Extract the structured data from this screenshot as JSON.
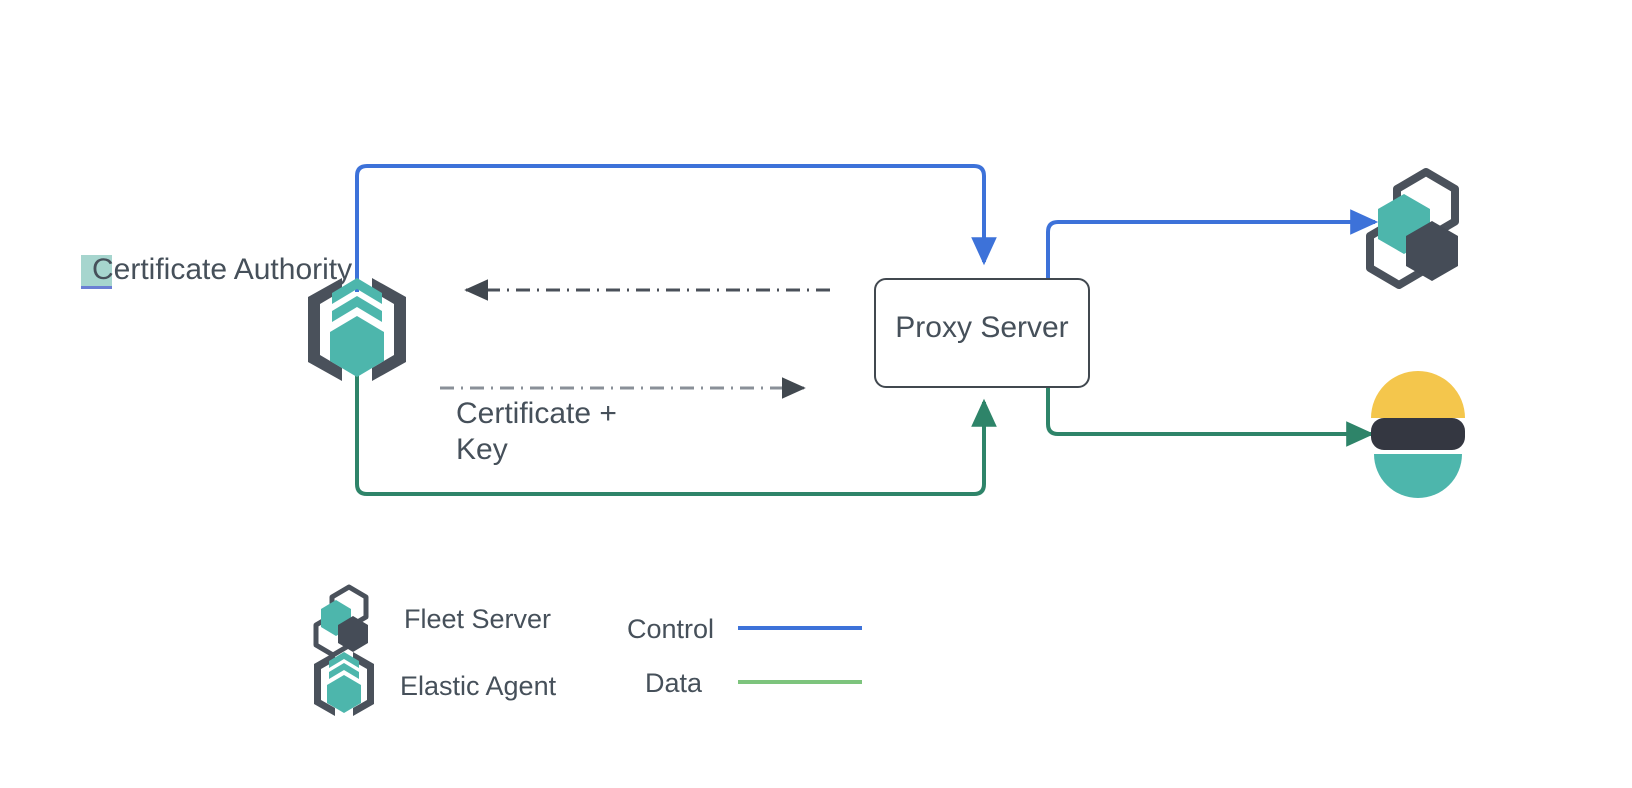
{
  "diagram": {
    "title": "Elastic Agent / Fleet Server proxy certificate flow",
    "nodes": {
      "certificate_authority": {
        "label": "Certificate Authority",
        "icon": "elastic-agent-icon",
        "highlight_color": "#a6d5ce",
        "underline_color": "#6b7fd4"
      },
      "proxy_server": {
        "label": "Proxy Server",
        "shape": "rounded-rect",
        "border_color": "#41484f",
        "fill": "#ffffff"
      },
      "fleet_server": {
        "label": "",
        "icon": "fleet-server-icon"
      },
      "elasticsearch": {
        "label": "",
        "icon": "elasticsearch-icon"
      }
    },
    "edges": [
      {
        "name": "ca-to-proxy-control",
        "from": "certificate_authority",
        "to": "proxy_server",
        "kind": "control",
        "color": "#3d72d9",
        "style": "solid",
        "arrow": true
      },
      {
        "name": "proxy-to-fleet-control",
        "from": "proxy_server",
        "to": "fleet_server",
        "kind": "control",
        "color": "#3d72d9",
        "style": "solid",
        "arrow": true
      },
      {
        "name": "ca-to-proxy-data",
        "from": "certificate_authority",
        "to": "proxy_server",
        "kind": "data",
        "color": "#2e8469",
        "style": "solid",
        "arrow": true
      },
      {
        "name": "proxy-to-elasticsearch-data",
        "from": "proxy_server",
        "to": "elasticsearch",
        "kind": "data",
        "color": "#2e8469",
        "style": "solid",
        "arrow": true
      },
      {
        "name": "proxy-to-ca-request",
        "from": "proxy_server",
        "to": "certificate_authority",
        "kind": "request",
        "color": "#4a5059",
        "style": "dash-dot",
        "arrow": true,
        "label": ""
      },
      {
        "name": "ca-to-proxy-certificate",
        "from": "certificate_authority",
        "to": "proxy_server",
        "kind": "certificate",
        "color": "#7b8188",
        "style": "dash-dot",
        "arrow": true,
        "label": "Certificate +\nKey"
      }
    ],
    "edge_label_certificate_key": "Certificate +\nKey"
  },
  "legend": {
    "items": [
      {
        "icon": "fleet-server-icon",
        "label": "Fleet Server"
      },
      {
        "icon": "elastic-agent-icon",
        "label": "Elastic Agent"
      }
    ],
    "lines": [
      {
        "label": "Control",
        "color": "#3d72d9"
      },
      {
        "label": "Data",
        "color": "#7dc47d"
      }
    ]
  },
  "colors": {
    "teal": "#4db6ac",
    "dark_slate": "#4a515b",
    "control_blue": "#3d72d9",
    "data_green": "#2e8469",
    "legend_green": "#7dc47d",
    "elastic_yellow": "#f4c64c",
    "elastic_dark": "#343741",
    "elastic_teal": "#4db6ac",
    "text": "#46505a"
  }
}
